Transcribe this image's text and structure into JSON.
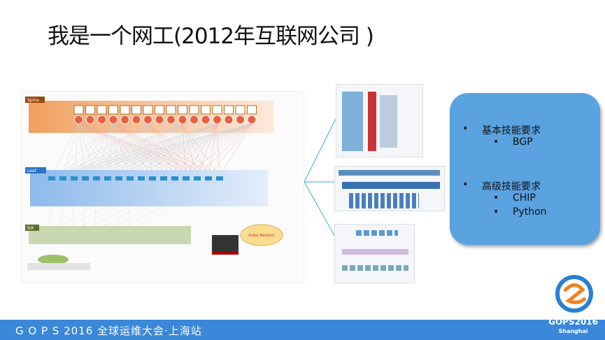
{
  "slide": {
    "title": "我是一个网工(2012年互联网公司 )"
  },
  "diagram": {
    "spine_label": "Spine",
    "leaf_label": "Leaf",
    "tor_label": "ToR",
    "cloud_label": "Public Network"
  },
  "card": {
    "items": [
      {
        "label": "基本技能要求",
        "subitems": [
          "BGP"
        ]
      },
      {
        "label": "高级技能要求",
        "subitems": [
          "CHIP",
          "Python"
        ]
      }
    ],
    "bullet": "•"
  },
  "footer": {
    "text": "G O P S 2016 全球运维大会·上海站",
    "brand": "GOPS2016",
    "brand_sub": "Shanghai"
  },
  "colors": {
    "footer": "#3b87d9",
    "card": "#5aa2e0",
    "spine": "#f0a060",
    "leaf": "#9cc3ec",
    "tor": "#c9d8b0"
  }
}
